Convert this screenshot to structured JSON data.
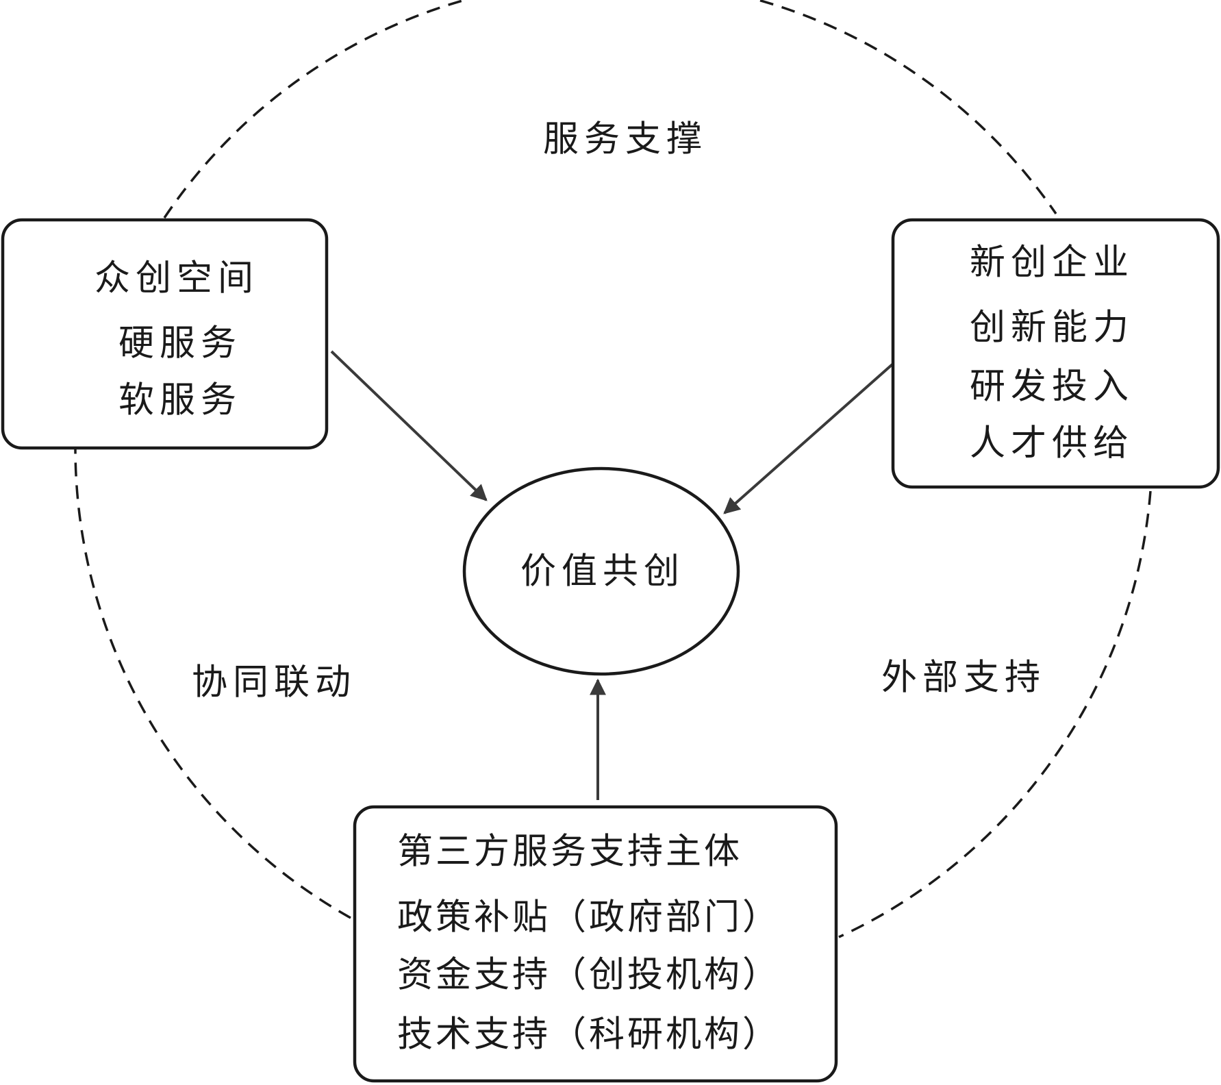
{
  "labels": {
    "top": "服务支撑",
    "left": "协同联动",
    "right": "外部支持"
  },
  "center": {
    "text": "价值共创"
  },
  "left_box": {
    "lines": [
      "众创空间",
      "硬服务",
      "软服务"
    ]
  },
  "right_box": {
    "lines": [
      "新创企业",
      "创新能力",
      "研发投入",
      "人才供给"
    ]
  },
  "bottom_box": {
    "lines": [
      "第三方服务支持主体",
      "政策补贴（政府部门）",
      "资金支持（创投机构）",
      "技术支持（科研机构）"
    ]
  }
}
